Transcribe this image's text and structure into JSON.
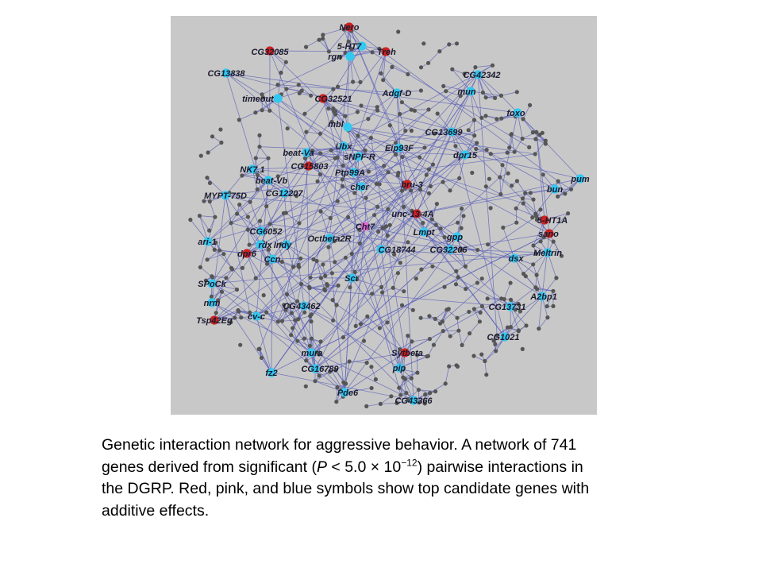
{
  "colors": {
    "background": "#c8c8c8",
    "edge": "#5a5fb8",
    "gray_node": "#555555",
    "red": "#cc2222",
    "pink": "#e36ad6",
    "blue": "#33c8f0"
  },
  "network": {
    "genes": [
      {
        "label": "Nero",
        "color": "red"
      },
      {
        "label": "5-HT7",
        "color": "blue"
      },
      {
        "label": "rgn",
        "color": "blue"
      },
      {
        "label": "Treh",
        "color": "red"
      },
      {
        "label": "CG32085",
        "color": "red"
      },
      {
        "label": "CG13838",
        "color": "blue"
      },
      {
        "label": "timeout",
        "color": "blue"
      },
      {
        "label": "CG32521",
        "color": "red"
      },
      {
        "label": "Adgf-D",
        "color": "blue"
      },
      {
        "label": "CG42342",
        "color": "blue"
      },
      {
        "label": "mun",
        "color": "blue"
      },
      {
        "label": "foxo",
        "color": "blue"
      },
      {
        "label": "mbl",
        "color": "blue"
      },
      {
        "label": "CG13699",
        "color": "blue"
      },
      {
        "label": "Ubx",
        "color": "blue"
      },
      {
        "label": "Eip93F",
        "color": "blue"
      },
      {
        "label": "beat-Va",
        "color": "blue"
      },
      {
        "label": "sNPF-R",
        "color": "blue"
      },
      {
        "label": "dpr15",
        "color": "blue"
      },
      {
        "label": "NK7.1",
        "color": "blue"
      },
      {
        "label": "CG15803",
        "color": "red"
      },
      {
        "label": "Ptp99A",
        "color": "blue"
      },
      {
        "label": "pum",
        "color": "blue"
      },
      {
        "label": "beat-Vb",
        "color": "blue"
      },
      {
        "label": "bru-3",
        "color": "red"
      },
      {
        "label": "cher",
        "color": "blue"
      },
      {
        "label": "bun",
        "color": "blue"
      },
      {
        "label": "MYPT-75D",
        "color": "blue"
      },
      {
        "label": "CG12207",
        "color": "blue"
      },
      {
        "label": "unc-13-4A",
        "color": "red"
      },
      {
        "label": "5-HT1A",
        "color": "red"
      },
      {
        "label": "Cht7",
        "color": "pink"
      },
      {
        "label": "CG6052",
        "color": "blue"
      },
      {
        "label": "sano",
        "color": "red"
      },
      {
        "label": "ari-1",
        "color": "blue"
      },
      {
        "label": "rdx",
        "color": "blue"
      },
      {
        "label": "Indy",
        "color": "blue"
      },
      {
        "label": "Octbeta2R",
        "color": "blue"
      },
      {
        "label": "Lmpt",
        "color": "blue"
      },
      {
        "label": "gpp",
        "color": "blue"
      },
      {
        "label": "dpr6",
        "color": "red"
      },
      {
        "label": "Ccn",
        "color": "blue"
      },
      {
        "label": "CG18744",
        "color": "blue"
      },
      {
        "label": "CG32206",
        "color": "blue"
      },
      {
        "label": "Meltrin",
        "color": "blue"
      },
      {
        "label": "dsx",
        "color": "blue"
      },
      {
        "label": "SPoCk",
        "color": "blue"
      },
      {
        "label": "Scr",
        "color": "blue"
      },
      {
        "label": "nrm",
        "color": "blue"
      },
      {
        "label": "A2bp1",
        "color": "blue"
      },
      {
        "label": "CG43462",
        "color": "blue"
      },
      {
        "label": "CG13731",
        "color": "blue"
      },
      {
        "label": "Tsp42Eg",
        "color": "red"
      },
      {
        "label": "cv-c",
        "color": "blue"
      },
      {
        "label": "CG1021",
        "color": "blue"
      },
      {
        "label": "mura",
        "color": "blue"
      },
      {
        "label": "Sytbeta",
        "color": "red"
      },
      {
        "label": "fz2",
        "color": "blue"
      },
      {
        "label": "CG16789",
        "color": "blue"
      },
      {
        "label": "pip",
        "color": "blue"
      },
      {
        "label": "Pde6",
        "color": "blue"
      },
      {
        "label": "CG43366",
        "color": "blue"
      }
    ]
  },
  "caption": {
    "line1": "Genetic interaction network for aggressive behavior. A network of 741",
    "line2_a": "genes derived from significant (",
    "line2_p": "P",
    "line2_b": " < 5.0 × 10",
    "line2_sup": "−12",
    "line2_c": ") pairwise interactions in",
    "line3": "the DGRP. Red, pink, and blue symbols show top candidate genes with",
    "line4": "additive effects."
  }
}
